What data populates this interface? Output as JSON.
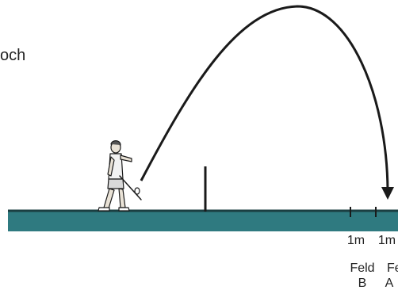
{
  "labels": {
    "hoch": "och",
    "marker_1": "1m",
    "marker_2": "1m",
    "feld_b_top": "Feld",
    "feld_b_bottom": "B",
    "feld_a_top": "Feld",
    "feld_a_bottom": "A"
  },
  "colors": {
    "ground": "#2f7a80",
    "ground_edge": "#1b3f42",
    "stroke": "#1a1a1a",
    "skin": "#e9e2d6",
    "shirt": "#f2f2f2"
  },
  "icons": {
    "player": "person-throwing-icon",
    "arrow": "arrow-down-icon"
  }
}
